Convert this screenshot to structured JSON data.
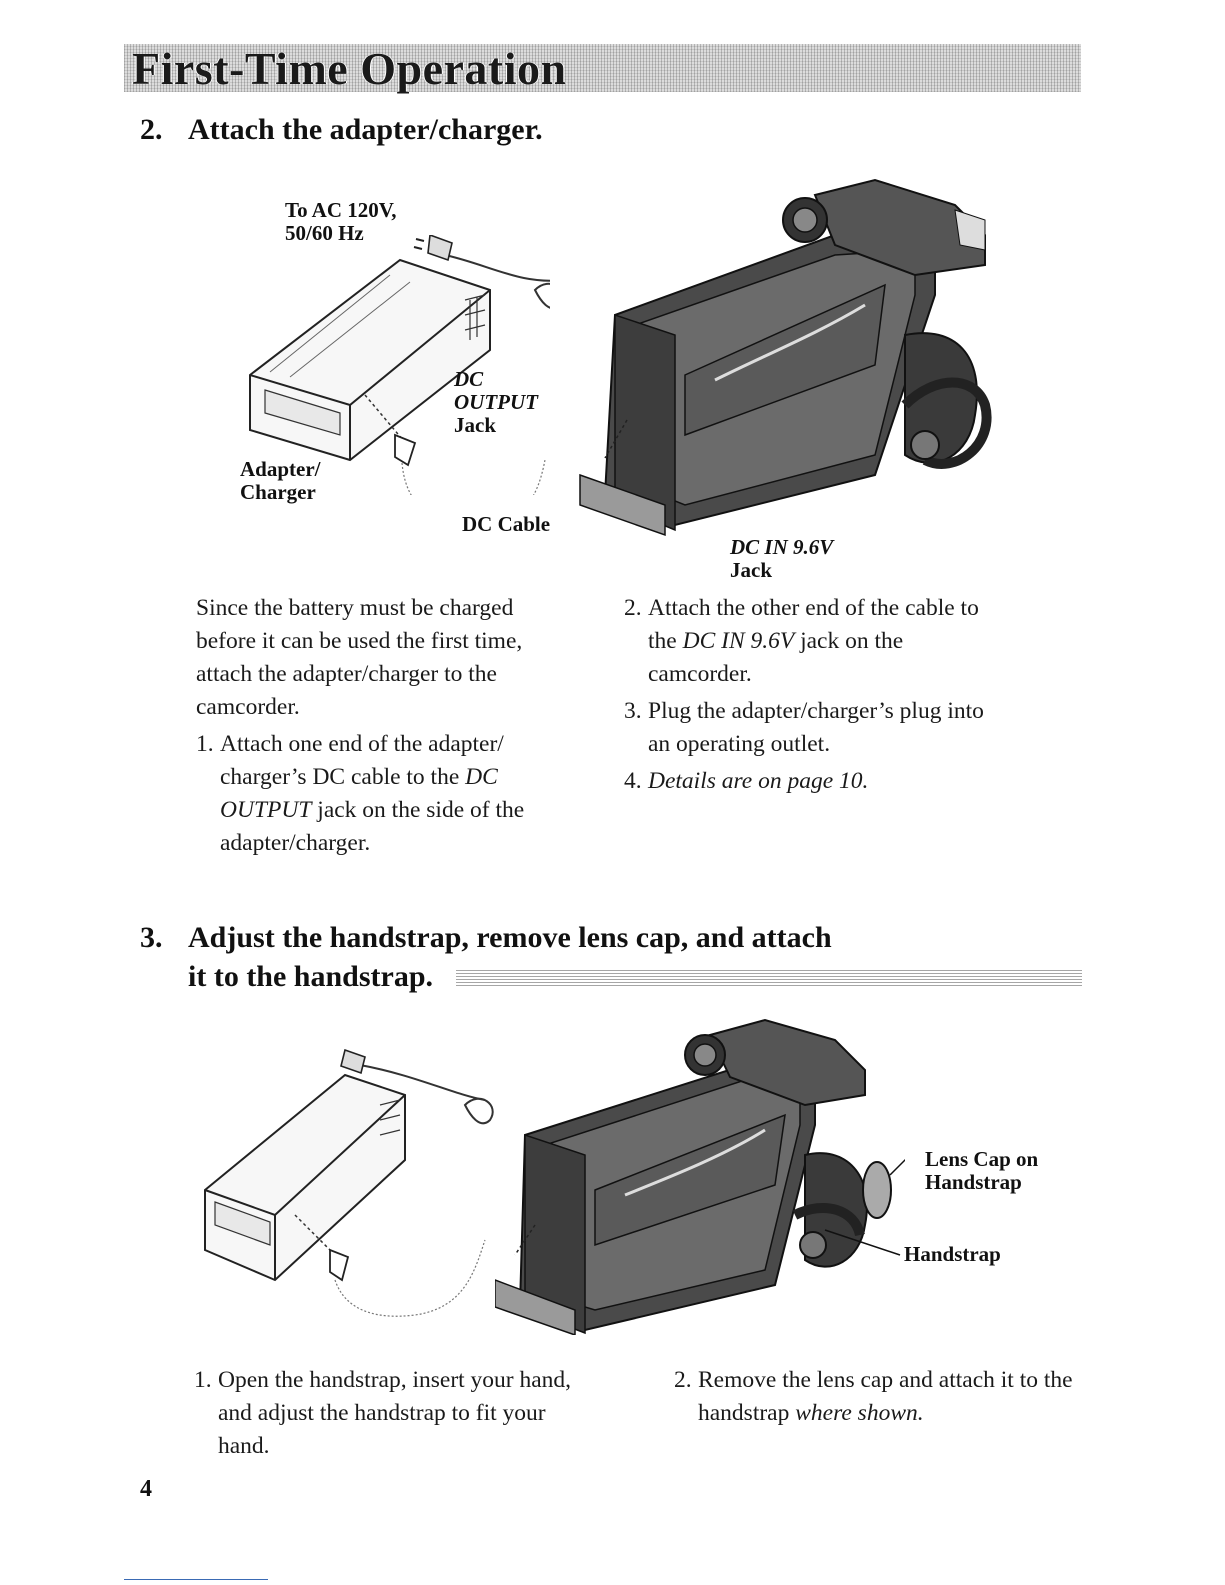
{
  "header": {
    "title": "First-Time Operation"
  },
  "step2": {
    "number": "2.",
    "title": "Attach the adapter/charger.",
    "figure_labels": {
      "to_ac_line1": "To AC 120V,",
      "to_ac_line2": "50/60 Hz",
      "dc_line1": "DC",
      "dc_line2": "OUTPUT",
      "dc_line3": "Jack",
      "adapter_line1": "Adapter/",
      "adapter_line2": "Charger",
      "dc_cable": "DC Cable",
      "dc_in_line1": "DC IN 9.6V",
      "dc_in_line2": "Jack"
    },
    "intro": "Since the battery must be charged before it can be used the first time, attach the adapter/charger to the camcorder.",
    "item1": {
      "num": "1.",
      "text_a": "Attach one end of the adapter/ charger’s DC cable to the ",
      "text_b": "DC OUTPUT",
      "text_c": " jack on the side of the adapter/charger."
    },
    "item2": {
      "num": "2.",
      "text_a": "Attach the other end of the cable to the ",
      "text_b": "DC IN 9.6V",
      "text_c": " jack on the camcorder."
    },
    "item3": {
      "num": "3.",
      "text": "Plug the adapter/charger’s plug into an operating outlet."
    },
    "item4": {
      "num": "4.",
      "text": "Details are on page 10."
    }
  },
  "step3": {
    "number": "3.",
    "title_line1": "Adjust the handstrap, remove lens cap, and attach",
    "title_line2": "it to the handstrap.",
    "figure_labels": {
      "lens_cap_line1": "Lens Cap on",
      "lens_cap_line2": "Handstrap",
      "handstrap": "Handstrap"
    },
    "item1": {
      "num": "1.",
      "text": "Open the handstrap, insert your hand, and adjust the handstrap to fit your hand."
    },
    "item2": {
      "num": "2.",
      "text_a": "Remove the lens cap and attach it to the handstrap ",
      "text_b": "where shown."
    }
  },
  "page_number": "4"
}
